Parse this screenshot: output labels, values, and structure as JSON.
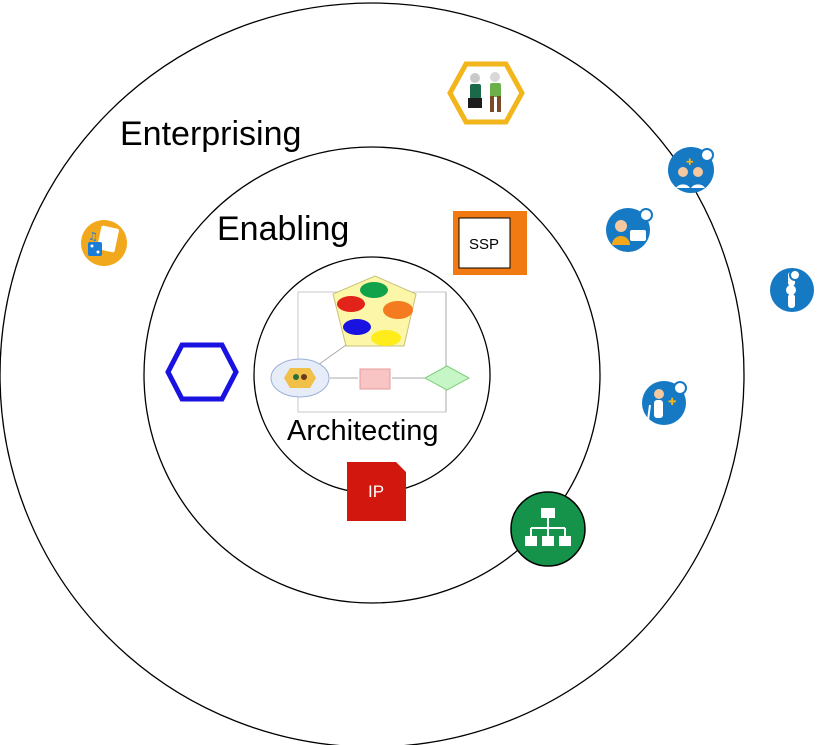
{
  "labels": {
    "outer": "Enterprising",
    "middle": "Enabling",
    "inner": "Architecting"
  },
  "badges": {
    "ssp": "SSP",
    "ip": "IP"
  },
  "icons": [
    "elderly-couple-hexagon-icon",
    "games-cards-dice-icon",
    "group-health-search-icon",
    "doctor-consult-search-icon",
    "knee-joint-search-icon",
    "elderly-walker-search-icon",
    "org-chart-icon",
    "empty-blue-hexagon-icon",
    "process-flow-diagram-icon"
  ],
  "colors": {
    "ring_stroke": "#000000",
    "hexagon_blue": "#1a12e0",
    "ssp_orange": "#f27a12",
    "ip_red": "#d2180e",
    "org_green": "#16934a",
    "icon_blue": "#1579c4",
    "hex_gold": "#f2b51c",
    "pentagon_yellow": "#fbf6a8"
  }
}
